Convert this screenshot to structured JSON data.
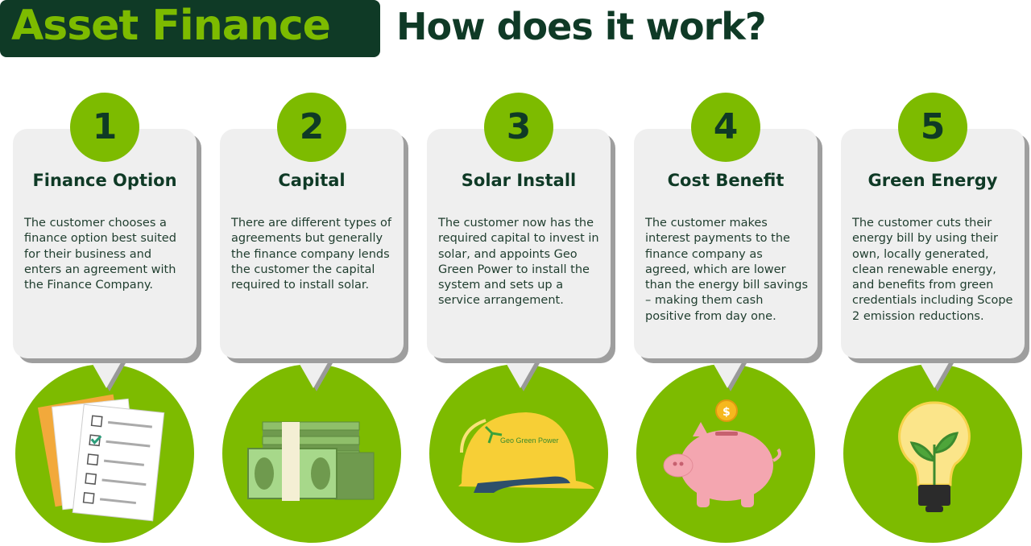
{
  "header": {
    "title": "Asset Finance",
    "subtitle": "How does it work?"
  },
  "colors": {
    "accent": "#7dbb00",
    "dark": "#0f3a26",
    "card": "#efefef"
  },
  "steps": [
    {
      "number": "1",
      "title": "Finance Option",
      "text": "The customer chooses a finance option best suited for their business and enters an agreement with the Finance Company.",
      "icon": "documents-checklist-icon"
    },
    {
      "number": "2",
      "title": "Capital",
      "text": "There are different types of agreements but generally the finance company lends the customer the capital required to install solar.",
      "icon": "cash-stacks-icon"
    },
    {
      "number": "3",
      "title": "Solar Install",
      "text": "The customer now has the required capital to invest in solar, and appoints Geo Green Power to install the system and sets up a service arrangement.",
      "icon": "hard-hat-icon",
      "logo_text": "Geo Green Power"
    },
    {
      "number": "4",
      "title": "Cost Benefit",
      "text": "The customer makes interest payments to the finance company as agreed, which are lower than the energy bill savings – making them cash positive from day one.",
      "icon": "piggy-bank-icon"
    },
    {
      "number": "5",
      "title": "Green Energy",
      "text": "The customer cuts their energy bill by using their own, locally generated, clean renewable energy, and benefits from green credentials including Scope 2 emission reductions.",
      "icon": "lightbulb-plant-icon"
    }
  ]
}
